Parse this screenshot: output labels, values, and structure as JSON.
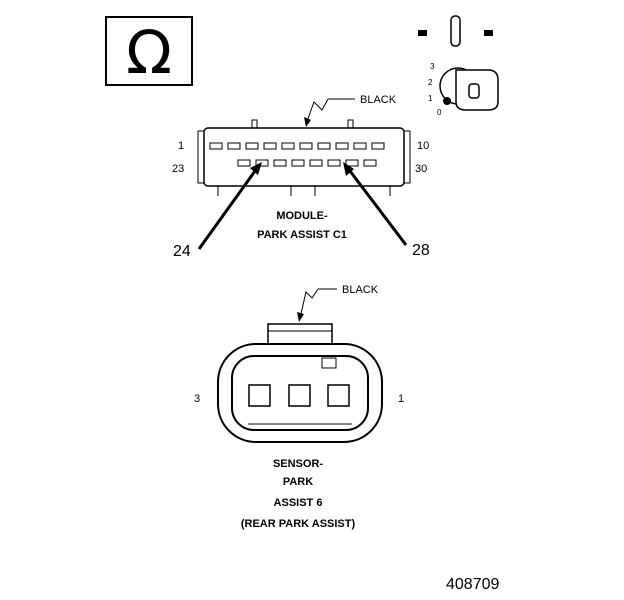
{
  "diagram_id": "408709",
  "symbol": "Ω",
  "module_connector": {
    "color_label": "BLACK",
    "pin_top_left": "1",
    "pin_top_right": "10",
    "pin_bottom_left": "23",
    "pin_bottom_right": "30",
    "name_line1": "MODULE-",
    "name_line2": "PARK ASSIST C1",
    "callout_left": "24",
    "callout_right": "28"
  },
  "sensor_connector": {
    "color_label": "BLACK",
    "pin_left": "3",
    "pin_right": "1",
    "name_lines": [
      "SENSOR-",
      "PARK",
      "ASSIST 6",
      "(REAR PARK ASSIST)"
    ]
  },
  "key_positions": [
    "3",
    "2",
    "1",
    "0"
  ]
}
